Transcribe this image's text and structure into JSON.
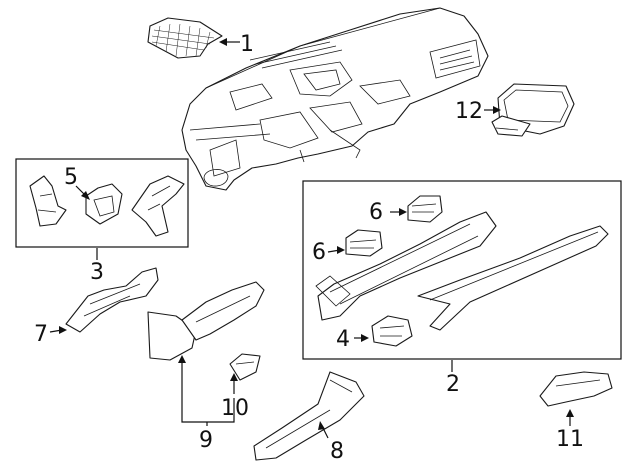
{
  "callouts": {
    "c1": "1",
    "c2": "2",
    "c3": "3",
    "c4": "4",
    "c5": "5",
    "c6a": "6",
    "c6b": "6",
    "c7": "7",
    "c8": "8",
    "c9": "9",
    "c10": "10",
    "c11": "11",
    "c12": "12"
  },
  "colors": {
    "line": "#1a1a1a",
    "background": "#ffffff"
  }
}
